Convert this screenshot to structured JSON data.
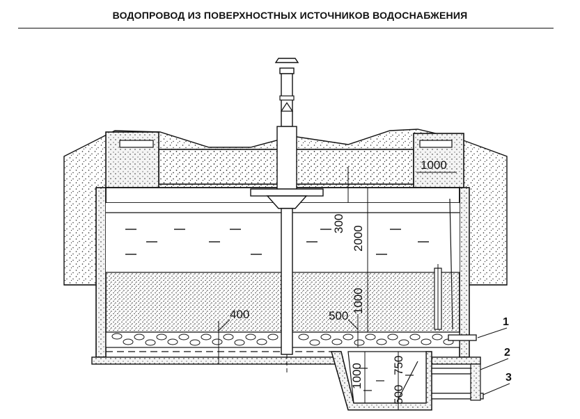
{
  "header": {
    "title": "ВОДОПРОВОД ИЗ ПОВЕРХНОСТНЫХ ИСТОЧНИКОВ ВОДОСНАБЖЕНИЯ"
  },
  "figure": {
    "dimensions": {
      "top_right_width": "1000",
      "slab_to_water": "300",
      "water_depth": "2000",
      "sand_layer": "1000",
      "gravel_left": "400",
      "gravel_right": "500",
      "sump_depth": "1000",
      "sump_upper": "750",
      "sump_lower": "500"
    },
    "callouts": [
      "1",
      "2",
      "3"
    ],
    "colors": {
      "ink": "#111111",
      "water": "#ffffff",
      "soil_dots": "#222222"
    }
  }
}
